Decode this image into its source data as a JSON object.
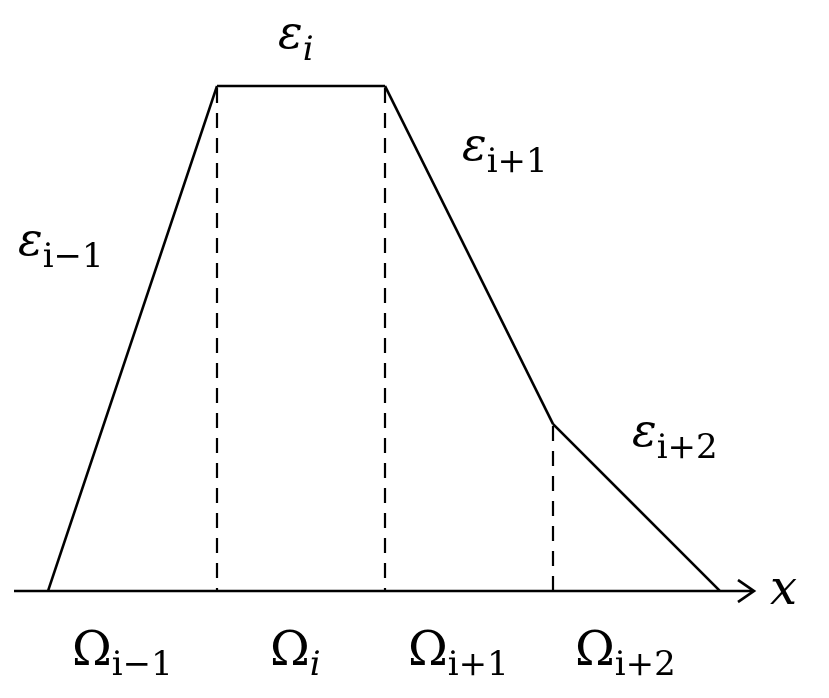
{
  "profile": {
    "epsilon_labels": [
      {
        "symbol": "ε",
        "subscript": "i−1"
      },
      {
        "symbol": "ε",
        "subscript": "i"
      },
      {
        "symbol": "ε",
        "subscript": "i+1"
      },
      {
        "symbol": "ε",
        "subscript": "i+2"
      }
    ]
  },
  "axis": {
    "variable": "x"
  },
  "regions": [
    {
      "symbol": "Ω",
      "subscript": "i−1"
    },
    {
      "symbol": "Ω",
      "subscript": "i"
    },
    {
      "symbol": "Ω",
      "subscript": "i+1"
    },
    {
      "symbol": "Ω",
      "subscript": "i+2"
    }
  ]
}
